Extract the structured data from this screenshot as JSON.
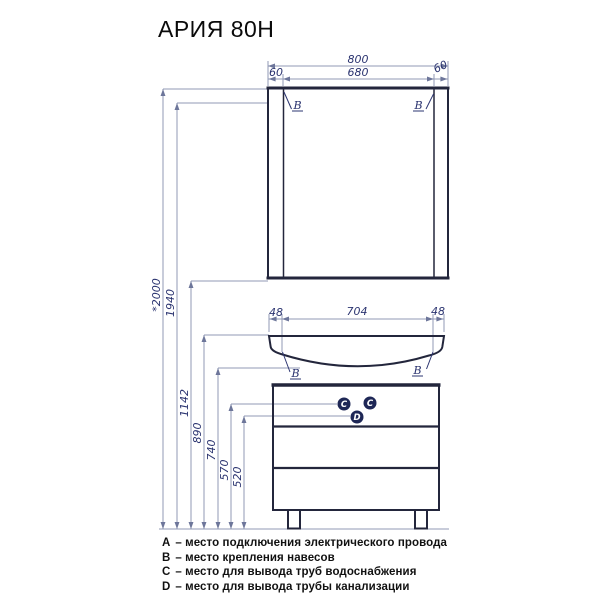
{
  "title": "АРИЯ 80Н",
  "mirror": {
    "width_total": "800",
    "frame_left": "60",
    "width_inner": "680",
    "frame_right": "60",
    "mount_left": "B",
    "mount_right": "B"
  },
  "basin": {
    "edge_left": "48",
    "width_inner": "704",
    "edge_right": "48",
    "mount_left": "B",
    "mount_right": "B"
  },
  "cabinet": {
    "water_left": "C",
    "water_right": "C",
    "drain": "D"
  },
  "heights": {
    "overall": "*2000",
    "mirror_mount": "1940",
    "mirror_bottom": "1142",
    "basin_top": "890",
    "basin_bottom": "740",
    "water_supply": "570",
    "drain_outlet": "520"
  },
  "legend": [
    {
      "key": "A",
      "text": "– место подключения электрического провода"
    },
    {
      "key": "B",
      "text": "– место крепления навесов"
    },
    {
      "key": "C",
      "text": "– место для вывода труб водоснабжения"
    },
    {
      "key": "D",
      "text": "– место для вывода трубы канализации"
    }
  ],
  "colors": {
    "furniture_line": "#23263c",
    "dimension_line": "#9099b6",
    "annotation": "#2b3470",
    "marker_fill": "#1e2756"
  }
}
